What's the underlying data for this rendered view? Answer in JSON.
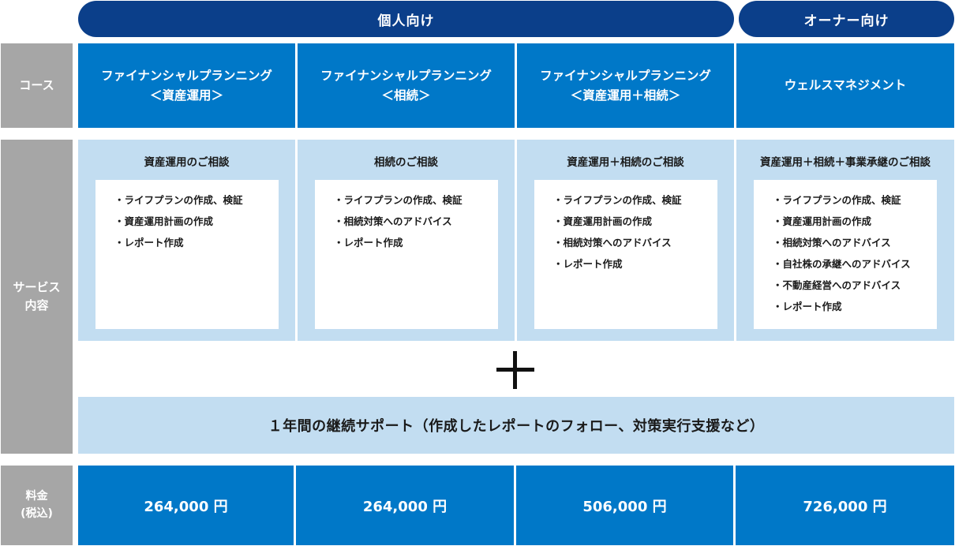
{
  "audience": {
    "individual": "個人向け",
    "owner": "オーナー向け"
  },
  "row_labels": {
    "course": "コース",
    "service_line1": "サービス",
    "service_line2": "内容",
    "fee_line1": "料金",
    "fee_line2": "(税込)"
  },
  "courses": [
    {
      "line1": "ファイナンシャルプランニング",
      "line2": "＜資産運用＞"
    },
    {
      "line1": "ファイナンシャルプランニング",
      "line2": "＜相続＞"
    },
    {
      "line1": "ファイナンシャルプランニング",
      "line2": "＜資産運用＋相続＞"
    },
    {
      "line1": "ウェルスマネジメント",
      "line2": ""
    }
  ],
  "services": [
    {
      "title": "資産運用のご相談",
      "items": [
        "・ライフプランの作成、検証",
        "・資産運用計画の作成",
        "・レポート作成"
      ]
    },
    {
      "title": "相続のご相談",
      "items": [
        "・ライフプランの作成、検証",
        "・相続対策へのアドバイス",
        "・レポート作成"
      ]
    },
    {
      "title": "資産運用＋相続のご相談",
      "items": [
        "・ライフプランの作成、検証",
        "・資産運用計画の作成",
        "・相続対策へのアドバイス",
        "・レポート作成"
      ]
    },
    {
      "title": "資産運用＋相続＋事業承継のご相談",
      "items": [
        "・ライフプランの作成、検証",
        "・資産運用計画の作成",
        "・相続対策へのアドバイス",
        "・自社株の承継へのアドバイス",
        "・不動産経営へのアドバイス",
        "・レポート作成"
      ]
    }
  ],
  "support_text": "１年間の継続サポート（作成したレポートのフォロー、対策実行支援など）",
  "prices": [
    "264,000 円",
    "264,000 円",
    "506,000 円",
    "726,000 円"
  ],
  "colors": {
    "navy": "#0b3f8a",
    "blue": "#0078c8",
    "light_blue": "#c2ddf1",
    "gray": "#a6a6a6"
  }
}
